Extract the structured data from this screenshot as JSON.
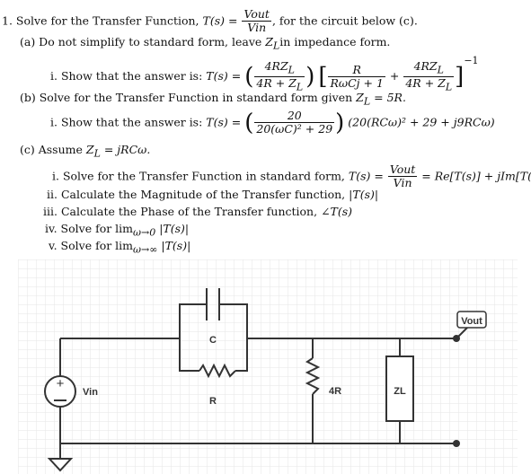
{
  "problem": {
    "number": "1.",
    "intro_a": "Solve for the Transfer Function,",
    "tf_symbol": "T(s) =",
    "vout": "Vout",
    "vin": "Vin",
    "intro_b": ", for the circuit below (c).",
    "part_a": {
      "label": "(a) Do not simplify to standard form, leave",
      "zl": "Z",
      "zl_sub": "L",
      "label_tail": "in impedance form.",
      "item": "i. Show that the answer is:",
      "tf": "T(s) =",
      "f1_num": "4RZ",
      "f1_num_sub": "L",
      "f1_den": "4R + Z",
      "f1_den_sub": "L",
      "f2_num": "R",
      "f2_den": "RωCj + 1",
      "plus": "+",
      "f3_num": "4RZ",
      "f3_num_sub": "L",
      "f3_den": "4R + Z",
      "f3_den_sub": "L",
      "exponent": "−1"
    },
    "part_b": {
      "label": "(b) Solve for the Transfer Function in standard form given",
      "given": "Z",
      "given_sub": "L",
      "given_tail": "= 5R.",
      "item": "i. Show that the answer is:",
      "tf": "T(s) =",
      "f_num": "20",
      "f_den": "20(ωC)² + 29",
      "tail": "(20(RCω)² + 29 + j9RCω)"
    },
    "part_c": {
      "label": "(c) Assume",
      "assume": "Z",
      "assume_sub": "L",
      "assume_tail": "= jRCω.",
      "items": [
        {
          "roman": "i.",
          "text": "Solve for the Transfer Function in standard form,",
          "tf": "T(s) =",
          "num": "Vout",
          "den": "Vin",
          "rhs": "= Re[T(s)] + jIm[T(s)]"
        },
        {
          "roman": "ii.",
          "text": "Calculate the Magnitude of the Transfer function,",
          "math": "|T(s)|"
        },
        {
          "roman": "iii.",
          "text": "Calculate the Phase of the Transfer function,",
          "math": "∠T(s)"
        },
        {
          "roman": "iv.",
          "text": "Solve for lim",
          "sub": "ω→0",
          "math": "|T(s)|"
        },
        {
          "roman": "v.",
          "text": "Solve for lim",
          "sub": "ω→∞",
          "math": "|T(s)|"
        }
      ]
    }
  },
  "circuit": {
    "labels": {
      "capacitor": "C",
      "resistor": "R",
      "resistor2": "4R",
      "load": "ZL",
      "source": "Vin",
      "output": "Vout",
      "plus": "+",
      "minus": "−"
    },
    "colors": {
      "grid": "#e6e6e6",
      "wire": "#333333",
      "bg": "#ffffff"
    }
  }
}
